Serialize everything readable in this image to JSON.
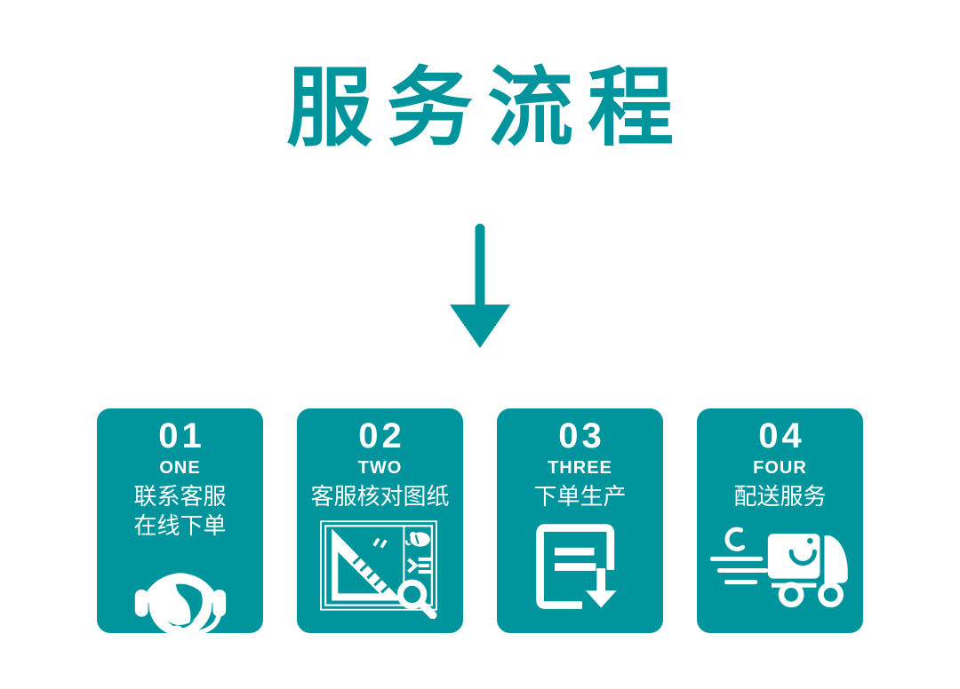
{
  "page": {
    "background": "#ffffff",
    "accent": "#00959C",
    "text_on_accent": "#ffffff"
  },
  "header": {
    "title": "服务流程"
  },
  "flow": {
    "arrow_icon": "down-arrow-icon"
  },
  "steps": [
    {
      "number": "01",
      "english": "ONE",
      "lines": [
        "联系客服",
        "在线下单"
      ],
      "icon": "customer-service-headset-icon"
    },
    {
      "number": "02",
      "english": "TWO",
      "lines": [
        "客服核对图纸"
      ],
      "icon": "drawing-review-icon"
    },
    {
      "number": "03",
      "english": "THREE",
      "lines": [
        "下单生产"
      ],
      "icon": "production-order-icon"
    },
    {
      "number": "04",
      "english": "FOUR",
      "lines": [
        "配送服务"
      ],
      "icon": "delivery-truck-icon"
    }
  ]
}
